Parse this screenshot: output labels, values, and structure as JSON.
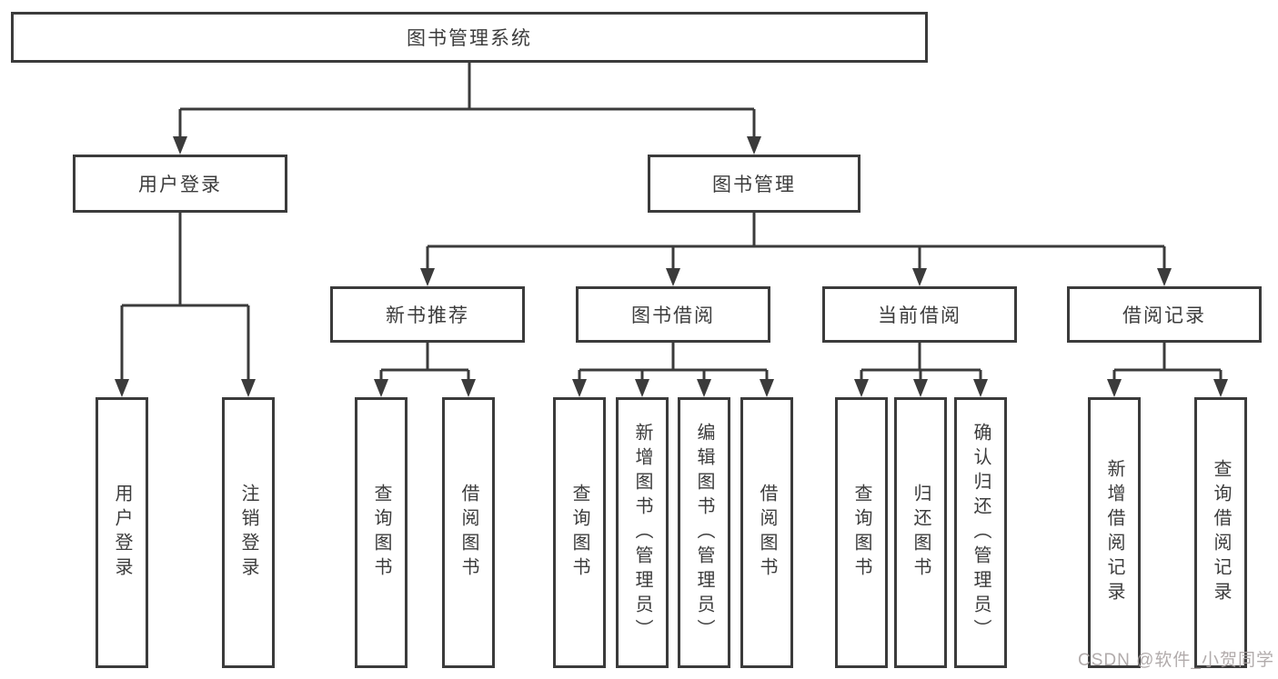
{
  "tree": {
    "root": "图书管理系统",
    "level2": [
      "用户登录",
      "图书管理"
    ],
    "level3": [
      "新书推荐",
      "图书借阅",
      "当前借阅",
      "借阅记录"
    ],
    "leaves": {
      "user_login": [
        "用户登录",
        "注销登录"
      ],
      "new_book": [
        "查询图书",
        "借阅图书"
      ],
      "book_borrow": [
        "查询图书",
        "新增图书（管理员）",
        "编辑图书（管理员）",
        "借阅图书"
      ],
      "current_borrow": [
        "查询图书",
        "归还图书",
        "确认归还（管理员）"
      ],
      "borrow_record": [
        "新增借阅记录",
        "查询借阅记录"
      ]
    }
  },
  "watermark": "CSDN @软件_小贺同学",
  "colors": {
    "line": "#3b3b3b",
    "text": "#3c3c3c",
    "background": "#ffffff",
    "watermark": "#a8a2a2"
  }
}
